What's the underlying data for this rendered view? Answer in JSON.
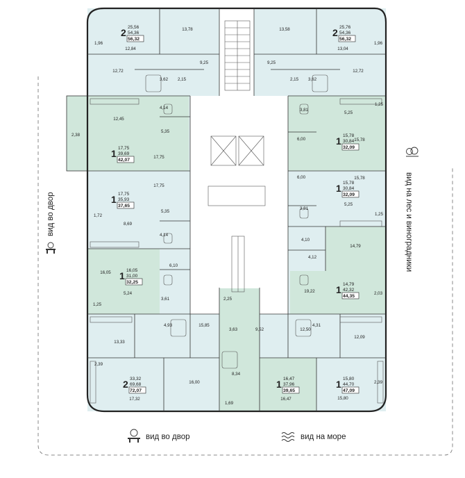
{
  "colors": {
    "apartment_fill": "#dfeef0",
    "highlight_fill": "#d0e7db",
    "corridor_fill": "#ffffff",
    "wall": "#222222"
  },
  "views": {
    "left": "вид во двор",
    "right": "вид на лес и виноградники",
    "bottom_left": "вид во двор",
    "bottom_right": "вид на море"
  },
  "icons": {
    "courtyard": "bench-tree-icon",
    "forest": "forest-icon",
    "sea": "waves-icon"
  },
  "cards": [
    {
      "id": "tl",
      "rooms": "2",
      "line1": "25,56",
      "line2": "54,36",
      "total": "56,32"
    },
    {
      "id": "tr",
      "rooms": "2",
      "line1": "25,76",
      "line2": "54,36",
      "total": "56,32"
    },
    {
      "id": "l1",
      "rooms": "1",
      "line1": "17,75",
      "line2": "39,69",
      "total": "42,07"
    },
    {
      "id": "l2",
      "rooms": "1",
      "line1": "17,75",
      "line2": "35,93",
      "total": "37,65"
    },
    {
      "id": "l3",
      "rooms": "1",
      "line1": "16,05",
      "line2": "31,00",
      "total": "32,25"
    },
    {
      "id": "r1",
      "rooms": "1",
      "line1": "15,78",
      "line2": "30,84",
      "total": "32,09"
    },
    {
      "id": "r2",
      "rooms": "1",
      "line1": "15,78",
      "line2": "30,84",
      "total": "32,09"
    },
    {
      "id": "r3",
      "rooms": "1",
      "line1": "14,79",
      "line2": "42,32",
      "total": "44,35"
    },
    {
      "id": "bl",
      "rooms": "2",
      "line1": "33,32",
      "line2": "69,68",
      "total": "72,07"
    },
    {
      "id": "bm",
      "rooms": "1",
      "line1": "16,47",
      "line2": "37,96",
      "total": "39,65"
    },
    {
      "id": "br",
      "rooms": "1",
      "line1": "15,80",
      "line2": "44,70",
      "total": "47,09"
    }
  ],
  "room_areas": [
    "1,96",
    "12,84",
    "13,78",
    "9,25",
    "12,72",
    "3,62",
    "2,15",
    "13,58",
    "13,04",
    "1,96",
    "9,25",
    "2,15",
    "3,62",
    "12,72",
    "12,45",
    "4,14",
    "5,35",
    "2,38",
    "17,75",
    "17,75",
    "5,35",
    "1,72",
    "8,69",
    "4,14",
    "16,05",
    "6,10",
    "5,24",
    "3,61",
    "1,25",
    "3,81",
    "5,25",
    "1,25",
    "6,00",
    "15,78",
    "6,00",
    "15,78",
    "3,81",
    "5,25",
    "1,25",
    "4,10",
    "14,79",
    "4,12",
    "19,22",
    "2,03",
    "2,25",
    "3,63",
    "9,52",
    "4,93",
    "15,85",
    "13,33",
    "12,50",
    "4,31",
    "12,09",
    "2,39",
    "17,32",
    "16,00",
    "8,34",
    "1,69",
    "16,47",
    "2,39",
    "15,80"
  ]
}
